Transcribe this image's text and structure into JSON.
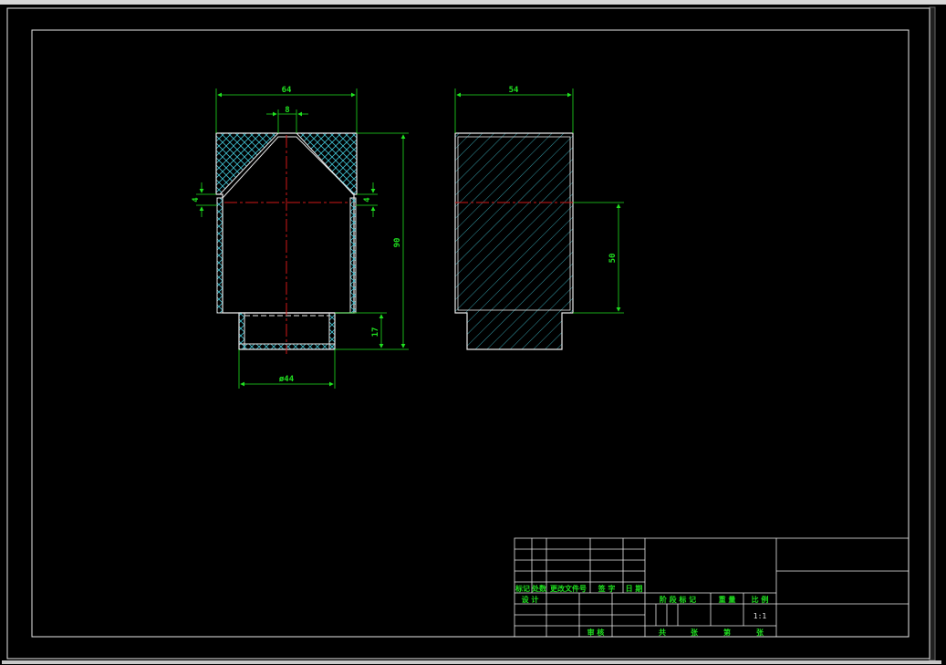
{
  "colors": {
    "background": "#000000",
    "frame": "#e8e8e8",
    "dimension": "#20e020",
    "centerline": "#d01818",
    "hatch": "#40c0d0",
    "title_text": "#20e020"
  },
  "drawing": {
    "left_view": {
      "dim_top_width": "64",
      "dim_top_small": "8",
      "dim_left_step": "4",
      "dim_right_step": "4",
      "dim_height": "90",
      "dim_bottom_step": "17",
      "dim_bottom_diameter": "ø44"
    },
    "right_view": {
      "dim_top_width": "54",
      "dim_side_height": "50"
    }
  },
  "title_block": {
    "rev_headers": [
      "标记",
      "处数",
      "更改文件号",
      "签 字",
      "日 期"
    ],
    "design_label": "设 计",
    "review_label": "审 核",
    "stage_label": "阶 段 标 记",
    "weight_label": "重 量",
    "scale_label": "比 例",
    "scale_value": "1:1",
    "total_label": "共",
    "sheet_label": "张",
    "page_label": "第",
    "page_sheet_label": "张"
  }
}
